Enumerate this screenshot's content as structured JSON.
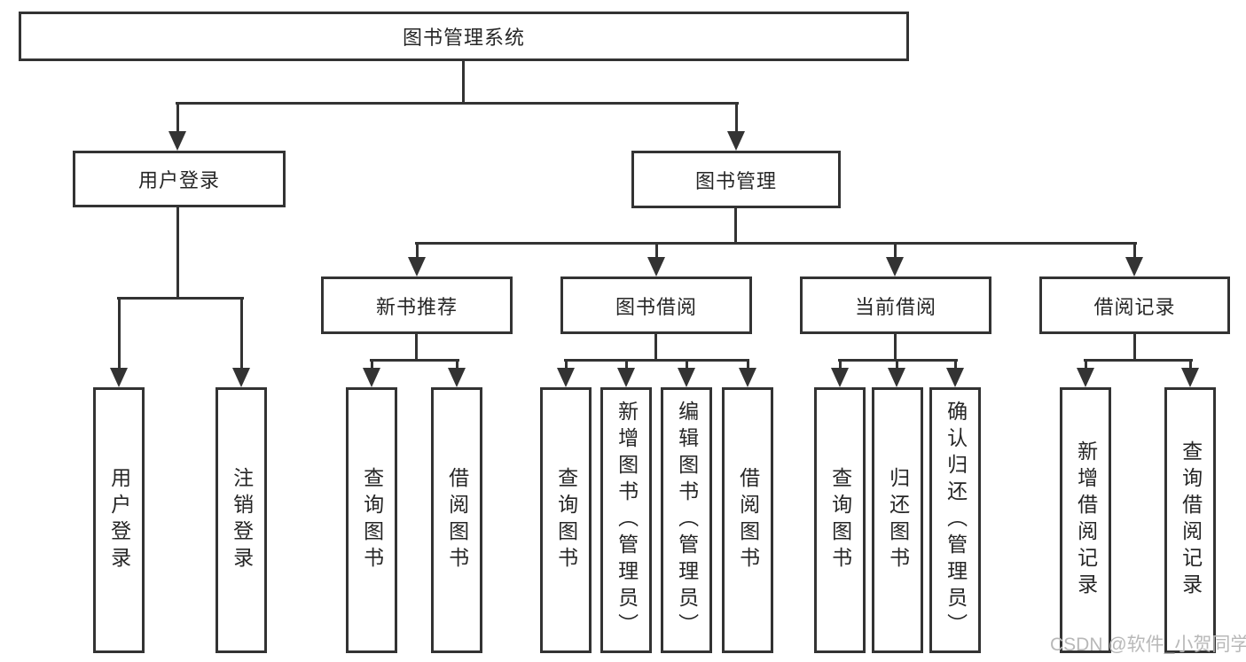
{
  "diagram_type": "hierarchy-tree",
  "tree": {
    "label": "图书管理系统",
    "children": [
      {
        "label": "用户登录",
        "children": [
          {
            "label": "用户登录"
          },
          {
            "label": "注销登录"
          }
        ]
      },
      {
        "label": "图书管理",
        "children": [
          {
            "label": "新书推荐",
            "children": [
              {
                "label": "查询图书"
              },
              {
                "label": "借阅图书"
              }
            ]
          },
          {
            "label": "图书借阅",
            "children": [
              {
                "label": "查询图书"
              },
              {
                "label": "新增图书（管理员）"
              },
              {
                "label": "编辑图书（管理员）"
              },
              {
                "label": "借阅图书"
              }
            ]
          },
          {
            "label": "当前借阅",
            "children": [
              {
                "label": "查询图书"
              },
              {
                "label": "归还图书"
              },
              {
                "label": "确认归还（管理员）"
              }
            ]
          },
          {
            "label": "借阅记录",
            "children": [
              {
                "label": "新增借阅记录"
              },
              {
                "label": "查询借阅记录"
              }
            ]
          }
        ]
      }
    ]
  },
  "watermark": "CSDN @软件_小贺同学",
  "colors": {
    "line": "#333333",
    "box_border": "#333333",
    "box_fill": "#ffffff",
    "text": "#262626",
    "watermark": "#b8b8b8",
    "background": "#ffffff"
  }
}
